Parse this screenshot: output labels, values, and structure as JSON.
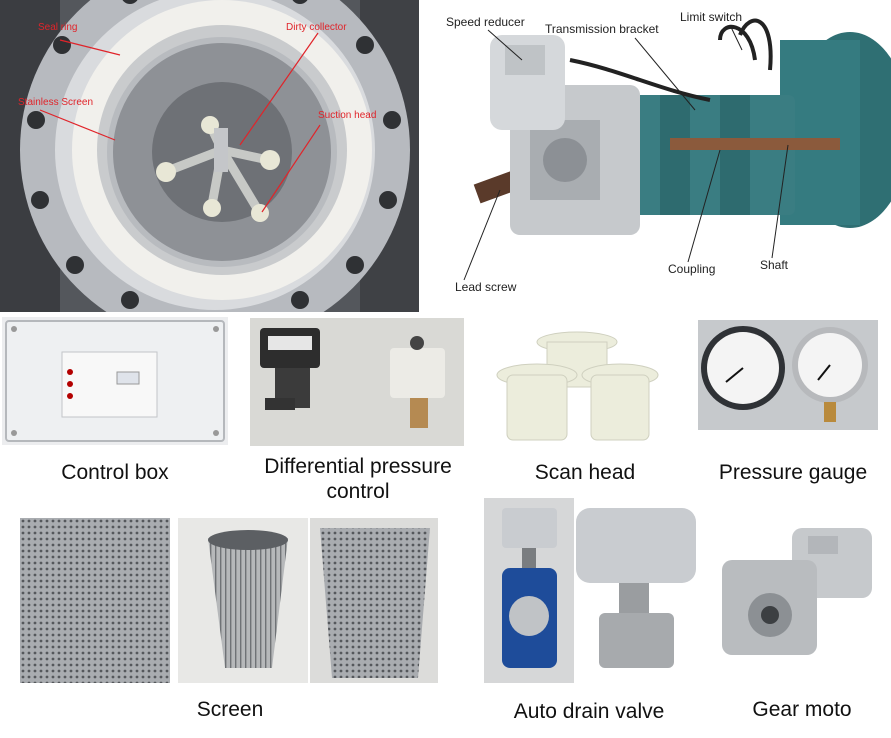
{
  "filter_photo": {
    "labels": {
      "seal_ring": "Seal ring",
      "stainless_screen": "Stainless Screen",
      "dirty_collector": "Dirty collector",
      "suction_head": "Suction head"
    }
  },
  "drive_photo": {
    "labels": {
      "speed_reducer": "Speed reducer",
      "transmission_bracket": "Transmission bracket",
      "limit_switch": "Limit switch",
      "lead_screw": "Lead screw",
      "coupling": "Coupling",
      "shaft": "Shaft"
    }
  },
  "captions": {
    "control_box": "Control box",
    "differential_pressure_line1": "Differential pressure",
    "differential_pressure_line2": "control",
    "scan_head": "Scan head",
    "pressure_gauge": "Pressure gauge",
    "screen": "Screen",
    "auto_drain_valve": "Auto drain valve",
    "gear_moto": "Gear moto"
  }
}
